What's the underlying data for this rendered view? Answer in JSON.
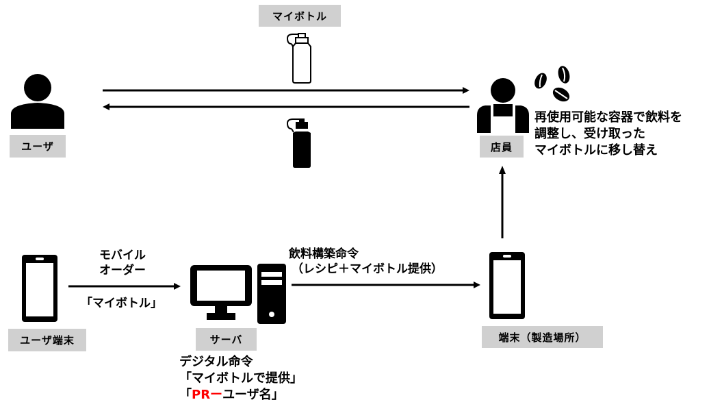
{
  "colors": {
    "label_bg": "#d0d0d0",
    "icon": "#000000",
    "highlight": "#ff0000"
  },
  "top": {
    "bottle_label": "マイボトル",
    "user_label": "ユーザ",
    "staff_label": "店員",
    "staff_description": [
      "再使用可能な容器で飲料を",
      "調整し、受け取った",
      "マイボトルに移し替え"
    ],
    "icons": {
      "user": "person-icon",
      "staff": "barista-icon",
      "empty_bottle": "empty-bottle-icon",
      "full_bottle": "filled-bottle-icon",
      "beans": "coffee-beans-icon"
    }
  },
  "bottom": {
    "user_device_label": "ユーザ端末",
    "server_label": "サーバ",
    "device_label": "端末（製造場所）",
    "mobile_order": [
      "モバイル",
      "オーダー"
    ],
    "mobile_order_value": "「マイボトル」",
    "build_command": [
      "飲料構築命令",
      "（レシピ＋マイボトル提供）"
    ],
    "digital_command_title": "デジタル命令",
    "digital_command_line1": "「マイボトルで提供」",
    "digital_command_line2": {
      "open": "「",
      "highlight": "PRー",
      "rest": "ユーザ名」"
    }
  }
}
